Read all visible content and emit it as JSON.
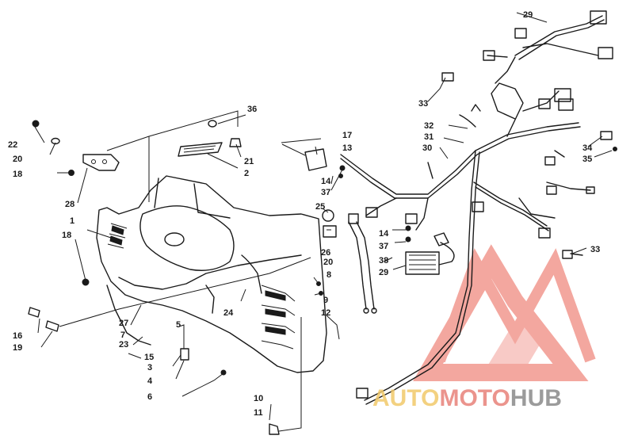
{
  "diagram": {
    "part_labels": [
      "29",
      "33",
      "32",
      "31",
      "30",
      "34",
      "35",
      "36",
      "17",
      "13",
      "21",
      "2",
      "22",
      "20",
      "18",
      "28",
      "14",
      "37",
      "1",
      "25",
      "18",
      "14",
      "37",
      "38",
      "29",
      "33",
      "26",
      "20",
      "8",
      "9",
      "24",
      "12",
      "16",
      "19",
      "27",
      "5",
      "7",
      "23",
      "15",
      "3",
      "4",
      "6",
      "10",
      "11"
    ]
  },
  "watermark": {
    "part1": "AUTO",
    "part2": "MOTO",
    "part3": "HUB",
    "colors": {
      "auto": "#f2c96b",
      "moto": "#e8827a",
      "hub": "#8a8a8a",
      "logo": "#f08a80"
    }
  }
}
